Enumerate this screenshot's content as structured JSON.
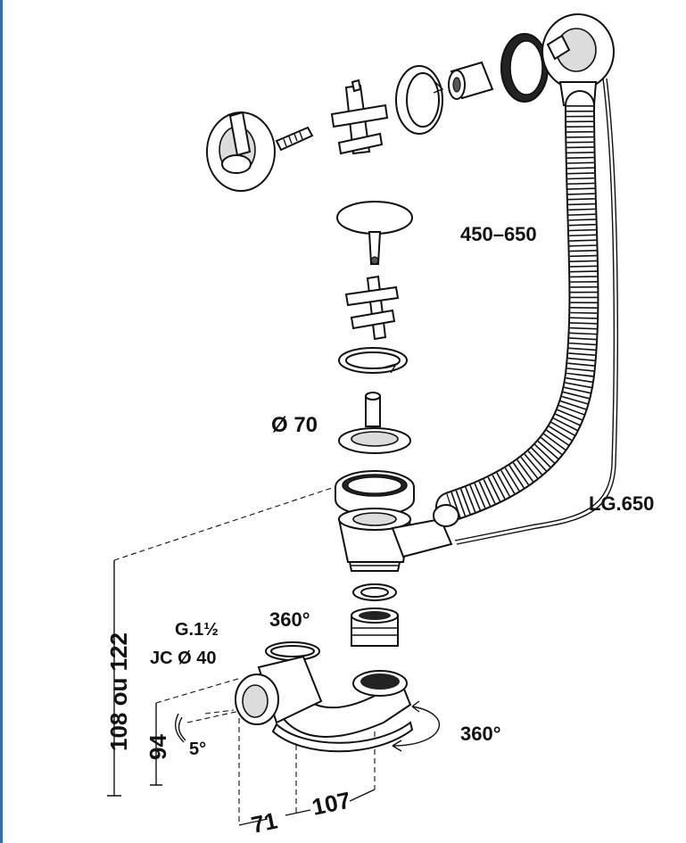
{
  "labels": {
    "overflow_length": "450–650",
    "cable_length": "LG.650",
    "waste_diameter": "Ø 70",
    "rotation_upper": "360°",
    "rotation_lower": "360°",
    "thread_size": "G.1½",
    "connection": "JC Ø 40",
    "height_total": "108 ou 122",
    "height_outlet": "94",
    "tilt_angle": "5°",
    "width_offset": "71",
    "width_trap": "107"
  },
  "colors": {
    "line": "#111111",
    "shade": "#dcdcdc",
    "accent_rule": "#2a6fb5"
  }
}
